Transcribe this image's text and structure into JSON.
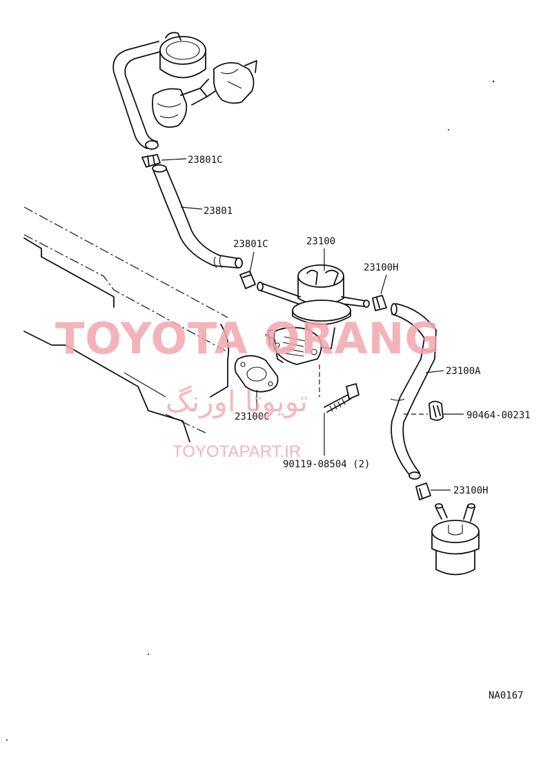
{
  "colors": {
    "watermark": "#f2a6ab",
    "line": "#111111",
    "background": "#ffffff"
  },
  "labels": {
    "clip_upper": "23801C",
    "hose_upper": "23801",
    "clip_mid": "23801C",
    "pump": "23100",
    "clip_right_top": "23100H",
    "hose_right": "23100A",
    "clamp": "90464-00231",
    "gasket": "23100C",
    "bolt": "90119-08504 (2)",
    "clip_right_bottom": "23100H",
    "diagram_code": "NA0167"
  },
  "watermark": {
    "brand": "TOYOTA ORANG",
    "persian": "تویوتا اورنگ",
    "url": "TOYOTAPART.IR"
  }
}
